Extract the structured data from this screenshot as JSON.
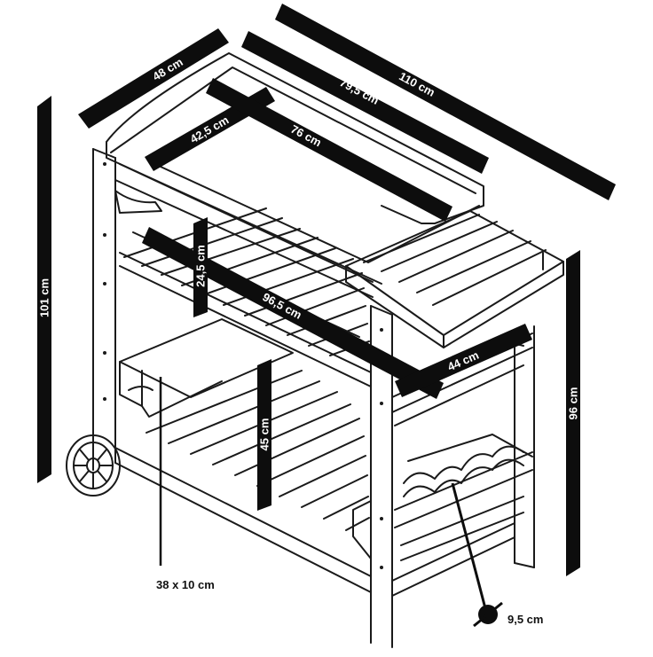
{
  "diagram": {
    "subject": "wooden serving trolley with wheel, slatted shelves, side table and bottle rack",
    "colors": {
      "line": "#1a1a1a",
      "band": "#0d0d0d",
      "label_on_band": "#ffffff",
      "background": "#ffffff"
    },
    "dimensions": {
      "top_depth": "48 cm",
      "top_width": "79,5 cm",
      "overall_width": "110 cm",
      "overall_height": "101 cm",
      "tray_depth": "42,5 cm",
      "tray_width": "76 cm",
      "shelf_gap": "24,5 cm",
      "shelf_width": "96,5 cm",
      "shelf_depth": "44 cm",
      "lower_gap": "45 cm",
      "table_height": "96 cm",
      "drawer": "38 x 10 cm",
      "bottle_hole": "9,5 cm"
    }
  }
}
